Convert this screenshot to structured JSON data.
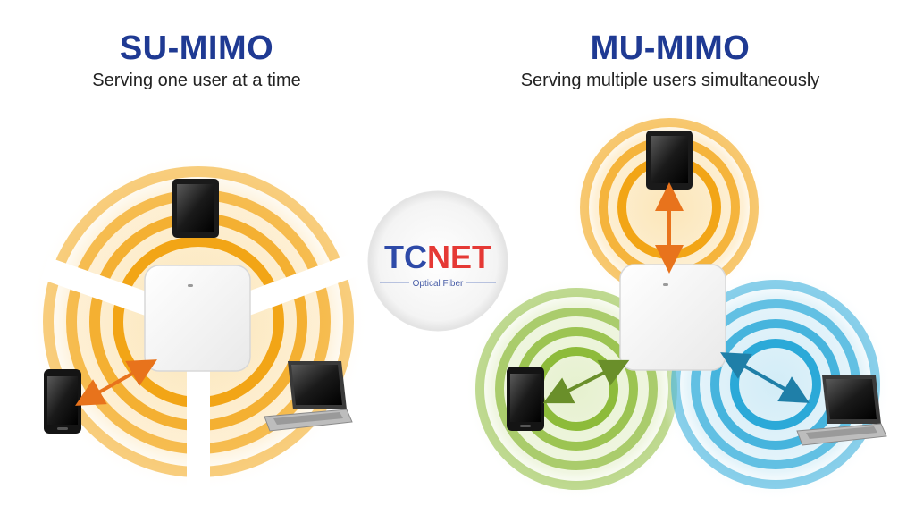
{
  "su_mimo": {
    "title": "SU-MIMO",
    "subtitle": "Serving one user at a time"
  },
  "mu_mimo": {
    "title": "MU-MIMO",
    "subtitle": "Serving multiple users simultaneously"
  },
  "watermark": {
    "brand_tc": "TC",
    "brand_net": "NET",
    "tagline": "Optical Fiber"
  },
  "colors": {
    "title_blue": "#1f3a93",
    "orange_ring": "#f2a516",
    "green_ring": "#8dbb3a",
    "blue_ring": "#2ba9d8",
    "arrow_orange": "#e8731c",
    "arrow_green": "#6a8f2a",
    "arrow_blue": "#1f7fa8",
    "brand_blue": "#2e4aa8",
    "brand_red": "#e53935"
  },
  "icons": [
    "access-point-icon",
    "tablet-icon",
    "phone-icon",
    "laptop-icon"
  ]
}
